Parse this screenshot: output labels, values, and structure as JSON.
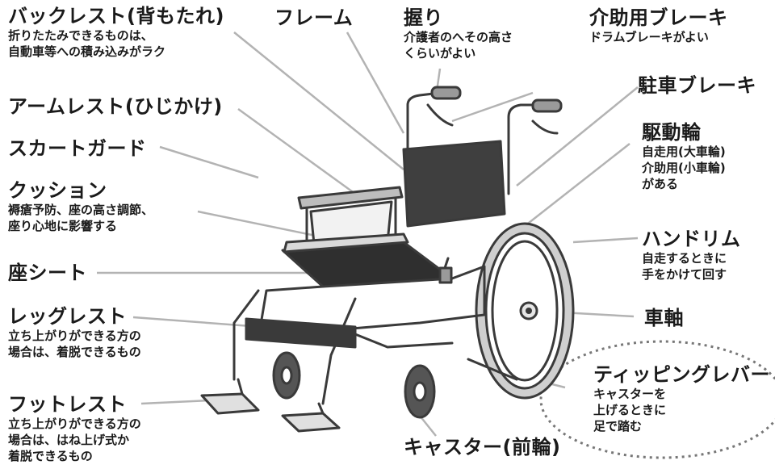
{
  "labels": {
    "backrest": {
      "title": "バックレスト(背もたれ)",
      "desc": [
        "折りたたみできるものは、",
        "自動車等への積み込みがラク"
      ]
    },
    "frame": {
      "title": "フレーム"
    },
    "grip": {
      "title": "握り",
      "desc": [
        "介護者のへその高さ",
        "くらいがよい"
      ]
    },
    "assist_brake": {
      "title": "介助用ブレーキ",
      "desc": [
        "ドラムブレーキがよい"
      ]
    },
    "armrest": {
      "title": "アームレスト(ひじかけ)"
    },
    "parking_brake": {
      "title": "駐車ブレーキ"
    },
    "skirt_guard": {
      "title": "スカートガード"
    },
    "drive_wheel": {
      "title": "駆動輪",
      "desc": [
        "自走用(大車輪)",
        "介助用(小車輪)",
        "がある"
      ]
    },
    "cushion": {
      "title": "クッション",
      "desc": [
        "褥瘡予防、座の高さ調節、",
        "座り心地に影響する"
      ]
    },
    "handrim": {
      "title": "ハンドリム",
      "desc": [
        "自走するときに",
        "手をかけて回す"
      ]
    },
    "seat": {
      "title": "座シート"
    },
    "axle": {
      "title": "車軸"
    },
    "legrest": {
      "title": "レッグレスト",
      "desc": [
        "立ち上がりができる方の",
        "場合は、着脱できるもの"
      ]
    },
    "tipping_lever": {
      "title": "ティッピングレバー",
      "desc": [
        "キャスターを",
        "上げるときに",
        "足で踏む"
      ]
    },
    "footrest": {
      "title": "フットレスト",
      "desc": [
        "立ち上がりができる方の",
        "場合は、はね上げ式か",
        "着脱できるもの"
      ]
    },
    "caster": {
      "title": "キャスター(前輪)"
    }
  }
}
